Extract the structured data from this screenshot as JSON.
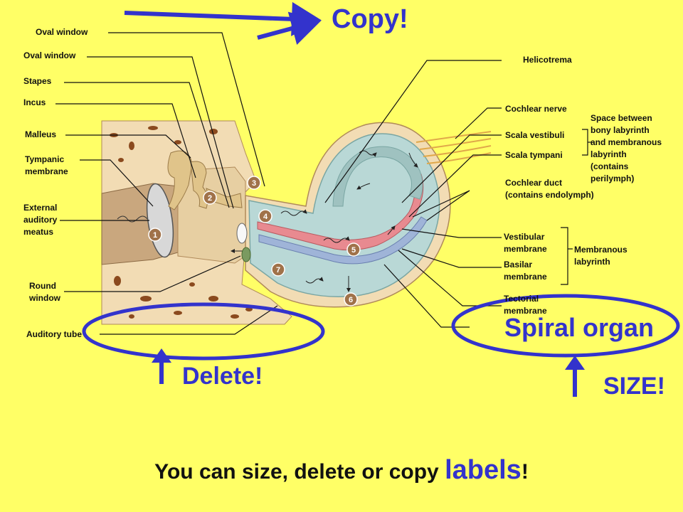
{
  "labels": {
    "oval_window_1": "Oval window",
    "oval_window_2": "Oval window",
    "stapes": "Stapes",
    "incus": "Incus",
    "malleus": "Malleus",
    "tympanic_membrane": [
      "Tympanic",
      "membrane"
    ],
    "external_auditory_meatus": [
      "External",
      "auditory",
      "meatus"
    ],
    "round_window": [
      "Round",
      "window"
    ],
    "auditory_tube": "Auditory tube",
    "helicotrema": "Helicotrema",
    "cochlear_nerve": "Cochlear nerve",
    "scala_vestibuli": "Scala vestibuli",
    "scala_tympani": "Scala tympani",
    "cochlear_duct": [
      "Cochlear duct",
      "(contains endolymph)"
    ],
    "space_between": [
      "Space between",
      "bony labyrinth",
      "and membranous",
      "labyrinth",
      "(contains",
      "perilymph)"
    ],
    "vestibular_membrane": [
      "Vestibular",
      "membrane"
    ],
    "basilar_membrane": [
      "Basilar",
      "membrane"
    ],
    "tectorial_membrane": [
      "Tectorial",
      "membrane"
    ],
    "membranous_labyrinth": [
      "Membranous",
      "labyrinth"
    ],
    "spiral_organ": "Spiral organ"
  },
  "step_numbers": [
    "1",
    "2",
    "3",
    "4",
    "5",
    "6",
    "7"
  ],
  "callouts": {
    "copy": "Copy!",
    "delete": "Delete!",
    "size": "SIZE!"
  },
  "footer": {
    "prefix": "You can size, delete or copy ",
    "accent": "labels",
    "suffix": "!"
  },
  "colors": {
    "background": "#ffff66",
    "accent_blue": "#3333cc",
    "bone": "#f2dcb4",
    "bone_pores": "#8b4a1e",
    "ossicle": "#e0c48a",
    "fluid": "#b9d8d6",
    "duct_pink": "#e88a90",
    "badge": "#a0724a"
  }
}
